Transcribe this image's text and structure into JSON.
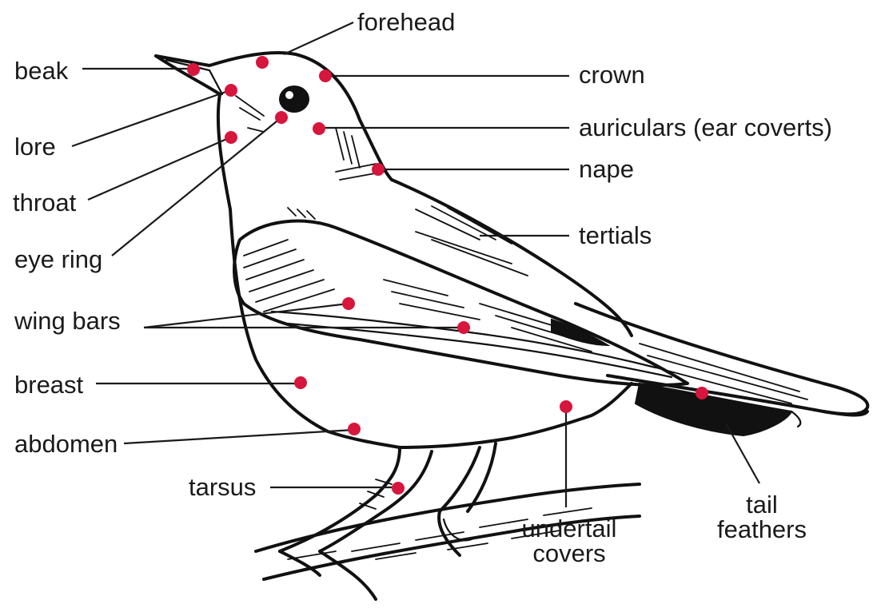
{
  "colors": {
    "point": "#d6163c",
    "ink": "#111111",
    "background": "#ffffff"
  },
  "labels": {
    "forehead": "forehead",
    "beak": "beak",
    "crown": "crown",
    "auriculars": "auriculars (ear coverts)",
    "lore": "lore",
    "nape": "nape",
    "throat": "throat",
    "tertials": "tertials",
    "eye_ring": "eye ring",
    "wing_bars": "wing bars",
    "breast": "breast",
    "abdomen": "abdomen",
    "tarsus": "tarsus",
    "undertail_covers_line1": "undertail",
    "undertail_covers_line2": "covers",
    "tail_feathers_line1": "tail",
    "tail_feathers_line2": "feathers"
  }
}
